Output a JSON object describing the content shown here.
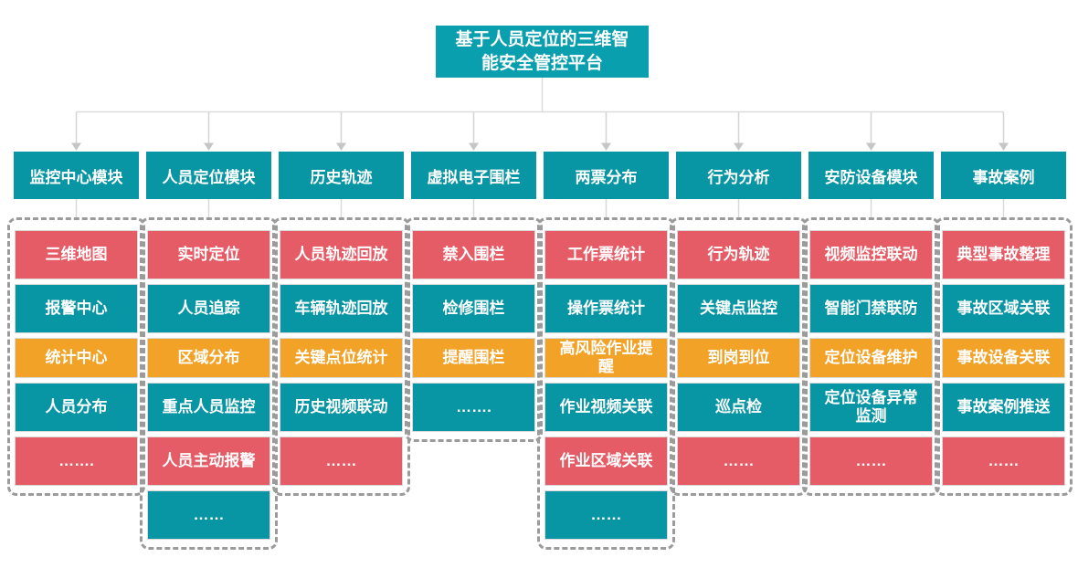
{
  "root": {
    "title_line1": "基于人员定位的三维智",
    "title_line2": "能安全管控平台"
  },
  "colors": {
    "root": "#0a9fae",
    "teal": "#0895a4",
    "red": "#e65c66",
    "orange": "#f2a226"
  },
  "modules": [
    {
      "label": "监控中心模块",
      "items": [
        {
          "label": "三维地图",
          "color": "red"
        },
        {
          "label": "报警中心",
          "color": "teal"
        },
        {
          "label": "统计中心",
          "color": "orange"
        },
        {
          "label": "人员分布",
          "color": "teal"
        },
        {
          "label": "…….",
          "color": "red"
        }
      ]
    },
    {
      "label": "人员定位模块",
      "items": [
        {
          "label": "实时定位",
          "color": "red"
        },
        {
          "label": "人员追踪",
          "color": "teal"
        },
        {
          "label": "区域分布",
          "color": "orange"
        },
        {
          "label": "重点人员监控",
          "color": "teal"
        },
        {
          "label": "人员主动报警",
          "color": "red"
        },
        {
          "label": "……",
          "color": "teal"
        }
      ]
    },
    {
      "label": "历史轨迹",
      "items": [
        {
          "label": "人员轨迹回放",
          "color": "red"
        },
        {
          "label": "车辆轨迹回放",
          "color": "teal"
        },
        {
          "label": "关键点位统计",
          "color": "orange"
        },
        {
          "label": "历史视频联动",
          "color": "teal"
        },
        {
          "label": "……",
          "color": "red"
        }
      ]
    },
    {
      "label": "虚拟电子围栏",
      "items": [
        {
          "label": "禁入围栏",
          "color": "red"
        },
        {
          "label": "检修围栏",
          "color": "teal"
        },
        {
          "label": "提醒围栏",
          "color": "orange"
        },
        {
          "label": "…….",
          "color": "teal"
        }
      ]
    },
    {
      "label": "两票分布",
      "items": [
        {
          "label": "工作票统计",
          "color": "red"
        },
        {
          "label": "操作票统计",
          "color": "teal"
        },
        {
          "label": "高风险作业提\n醒",
          "color": "orange"
        },
        {
          "label": "作业视频关联",
          "color": "teal"
        },
        {
          "label": "作业区域关联",
          "color": "red"
        },
        {
          "label": "……",
          "color": "teal"
        }
      ]
    },
    {
      "label": "行为分析",
      "items": [
        {
          "label": "行为轨迹",
          "color": "red"
        },
        {
          "label": "关键点监控",
          "color": "teal"
        },
        {
          "label": "到岗到位",
          "color": "orange"
        },
        {
          "label": "巡点检",
          "color": "teal"
        },
        {
          "label": "……",
          "color": "red"
        }
      ]
    },
    {
      "label": "安防设备模块",
      "items": [
        {
          "label": "视频监控联动",
          "color": "red"
        },
        {
          "label": "智能门禁联防",
          "color": "teal"
        },
        {
          "label": "定位设备维护",
          "color": "orange"
        },
        {
          "label": "定位设备异常\n监测",
          "color": "teal"
        },
        {
          "label": "……",
          "color": "red"
        }
      ]
    },
    {
      "label": "事故案例",
      "items": [
        {
          "label": "典型事故整理",
          "color": "red"
        },
        {
          "label": "事故区域关联",
          "color": "teal"
        },
        {
          "label": "事故设备关联",
          "color": "orange"
        },
        {
          "label": "事故案例推送",
          "color": "teal"
        },
        {
          "label": "……",
          "color": "red"
        }
      ]
    }
  ]
}
